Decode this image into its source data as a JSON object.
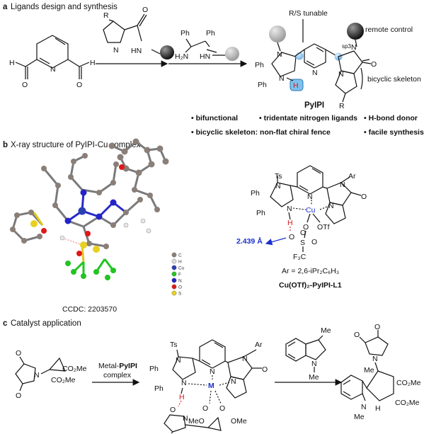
{
  "sections": [
    {
      "letter": "a",
      "title": "Ligands design and synthesis"
    },
    {
      "letter": "b",
      "title": "X-ray structure of PyIPI-Cu complex"
    },
    {
      "letter": "c",
      "title": "Catalyst application"
    }
  ],
  "panel_a": {
    "rs_label": "R/S tunable",
    "remote_label": "remote control",
    "sp3_label": "sp3",
    "bicyclic_label": "bicyclic skeleton",
    "ligand_name": "PyIPI",
    "h_label": "H",
    "r_label": "R",
    "features": [
      "• bifunctional",
      "• tridentate nitrogen ligands",
      "• H-bond donor",
      "• bicyclic skeleton: non-flat chiral fence",
      "• facile synthesis"
    ],
    "atoms": {
      "h": "H",
      "o": "O",
      "n": "N",
      "hn": "HN",
      "h2n": "H₂N",
      "ph": "Ph",
      "r": "R"
    }
  },
  "panel_b": {
    "ccdc": "CCDC: 2203570",
    "distance": "2.439 Å",
    "aryl": "Ar = 2,6-iPr₂C₆H₃",
    "complex_name": "Cu(OTf)₂-PyIPI-L1",
    "legend": [
      "C",
      "H",
      "Cu",
      "F",
      "N",
      "O",
      "S"
    ],
    "legend_colors": [
      "#8a7f78",
      "#d8d8d8",
      "#2a3fb0",
      "#22c422",
      "#2323c8",
      "#e01818",
      "#e8d020"
    ],
    "atoms": {
      "ts": "Ts",
      "ar": "Ar",
      "cu": "Cu",
      "otf": "OTf",
      "f3c": "F₃C",
      "s": "S",
      "h": "H"
    }
  },
  "panel_c": {
    "reagent_line1": "Metal-PyIPI",
    "reagent_line2": "complex",
    "metal": "M",
    "me": "Me",
    "co2me": "CO₂Me",
    "ome": "OMe",
    "meo": "MeO",
    "atoms": {
      "ts": "Ts",
      "ar": "Ar",
      "n": "N",
      "o": "O",
      "h": "H",
      "ph": "Ph"
    }
  }
}
